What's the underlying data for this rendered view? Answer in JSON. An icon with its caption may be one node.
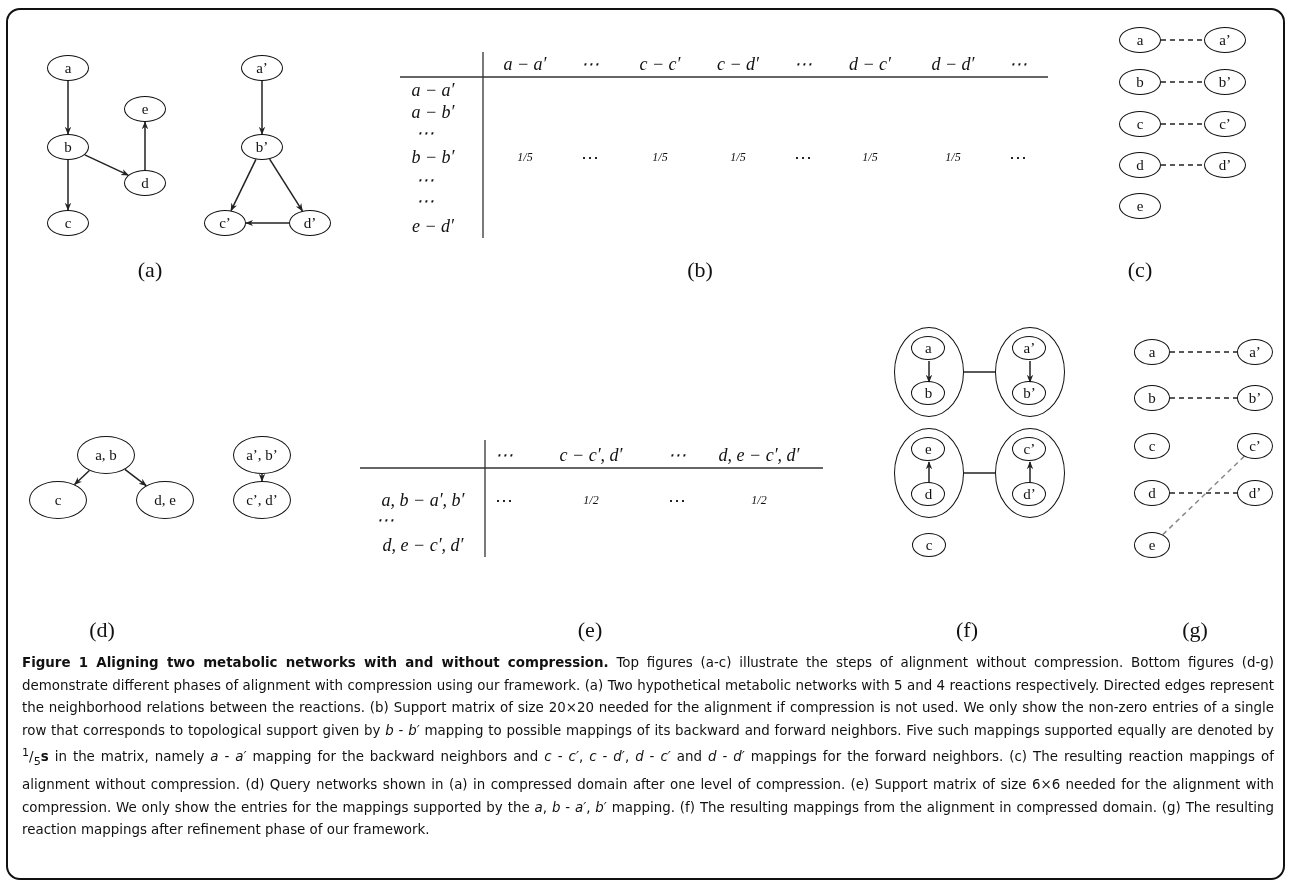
{
  "diagram": {
    "caption": "**Figure 1 Aligning two metabolic networks with and without compression.** Top figures (a-c) illustrate the steps of alignment without compression. Bottom figures (d-g) demonstrate different phases of alignment with compression using our framework. (a) Two hypothetical metabolic networks with 5 and 4 reactions respectively. Directed edges represent the neighborhood relations between the reactions. (b) Support matrix of size 20×20 needed for the alignment if compression is not used. We only show the non-zero entries of a single row that corresponds to topological support given by *b* - *b′* mapping to possible mappings of its backward and forward neighbors. Five such mappings supported equally are denoted by $^{1}$/$_{5}$**s** in the matrix, namely *a* - *a′* mapping for the backward neighbors and *c* - *c′*, *c* - *d′*, *d* - *c′* and *d* - *d′* mappings for the forward neighbors. (c) The resulting reaction mappings of alignment without compression. (d) Query networks shown in (a) in compressed domain after one level of compression. (e) Support matrix of size 6×6 needed for the alignment with compression. We only show the entries for the mappings supported by the *a*, *b* - *a′*, *b′* mapping. (f) The resulting mappings from the alignment in compressed domain. (g) The resulting reaction mappings after refinement phase of our framework.",
    "nodes": [
      {
        "text": [
          "a"
        ]
      },
      {
        "text": [
          "b"
        ]
      },
      {
        "text": [
          "c"
        ]
      },
      {
        "text": [
          "d"
        ]
      },
      {
        "text": [
          "e"
        ]
      },
      {
        "text": [
          "a’"
        ]
      },
      {
        "text": [
          "b’"
        ]
      },
      {
        "text": [
          "c’"
        ]
      },
      {
        "text": [
          "d’"
        ]
      },
      {
        "text": [
          "a"
        ]
      },
      {
        "text": [
          "a’"
        ]
      },
      {
        "text": [
          "b"
        ]
      },
      {
        "text": [
          "b’"
        ]
      },
      {
        "text": [
          "c"
        ]
      },
      {
        "text": [
          "c’"
        ]
      },
      {
        "text": [
          "d"
        ]
      },
      {
        "text": [
          "d’"
        ]
      },
      {
        "text": [
          "e"
        ]
      },
      {
        "text": [
          "a, b"
        ]
      },
      {
        "text": [
          "c"
        ]
      },
      {
        "text": [
          "d, e"
        ]
      },
      {
        "text": [
          "a’, b’"
        ]
      },
      {
        "text": [
          "c’, d’"
        ]
      },
      {
        "text": [],
        "shape": "ellipse"
      },
      {
        "text": [
          "a"
        ],
        "in": 23
      },
      {
        "text": [
          "b"
        ],
        "in": 23
      },
      {
        "text": [],
        "shape": "ellipse"
      },
      {
        "text": [
          "a’"
        ],
        "in": 26
      },
      {
        "text": [
          "b’"
        ],
        "in": 26
      },
      {
        "text": [],
        "shape": "ellipse"
      },
      {
        "text": [
          "e"
        ],
        "in": 29
      },
      {
        "text": [
          "d"
        ],
        "in": 29
      },
      {
        "text": [],
        "shape": "ellipse"
      },
      {
        "text": [
          "c’"
        ],
        "in": 32
      },
      {
        "text": [
          "d’"
        ],
        "in": 32
      },
      {
        "text": [
          "c"
        ]
      },
      {
        "text": [
          "a"
        ]
      },
      {
        "text": [
          "a’"
        ]
      },
      {
        "text": [
          "b"
        ]
      },
      {
        "text": [
          "b’"
        ]
      },
      {
        "text": [
          "c"
        ]
      },
      {
        "text": [
          "c’"
        ]
      },
      {
        "text": [
          "d"
        ]
      },
      {
        "text": [
          "d’"
        ]
      },
      {
        "text": [
          "e"
        ]
      }
    ],
    "edges": [
      {
        "from": 0,
        "to": 1,
        "arrow": "to"
      },
      {
        "from": 1,
        "to": 2,
        "arrow": "to"
      },
      {
        "from": 1,
        "to": 3,
        "arrow": "to"
      },
      {
        "from": 3,
        "to": 4,
        "arrow": "to"
      },
      {
        "from": 5,
        "to": 6,
        "arrow": "to"
      },
      {
        "from": 6,
        "to": 7,
        "arrow": "to"
      },
      {
        "from": 6,
        "to": 8,
        "arrow": "to"
      },
      {
        "from": 8,
        "to": 7,
        "arrow": "to"
      },
      {
        "from": 9,
        "to": 10,
        "arrow": "none",
        "style": "dashed"
      },
      {
        "from": 11,
        "to": 12,
        "arrow": "none",
        "style": "dashed"
      },
      {
        "from": 13,
        "to": 14,
        "arrow": "none",
        "style": "dashed"
      },
      {
        "from": 15,
        "to": 16,
        "arrow": "none",
        "style": "dashed"
      },
      {
        "from": 18,
        "to": 19,
        "arrow": "to"
      },
      {
        "from": 18,
        "to": 20,
        "arrow": "to"
      },
      {
        "from": 21,
        "to": 22,
        "arrow": "to"
      },
      {
        "from": 24,
        "to": 25,
        "arrow": "to"
      },
      {
        "from": 23,
        "to": 26,
        "arrow": "none"
      },
      {
        "from": 27,
        "to": 28,
        "arrow": "to"
      },
      {
        "from": 31,
        "to": 30,
        "arrow": "to"
      },
      {
        "from": 29,
        "to": 32,
        "arrow": "none"
      },
      {
        "from": 34,
        "to": 33,
        "arrow": "to"
      },
      {
        "from": 36,
        "to": 37,
        "arrow": "none",
        "style": "dashed"
      },
      {
        "from": 38,
        "to": 39,
        "arrow": "none",
        "style": "dashed"
      },
      {
        "from": 42,
        "to": 43,
        "arrow": "none",
        "style": "dashed"
      },
      {
        "from": 44,
        "to": 41,
        "arrow": "none",
        "style": "dashed",
        "color": "#888888"
      }
    ],
    "labels": [
      "a − a′",
      "⋯",
      "c − c′",
      "c − d′",
      "⋯",
      "d − c′",
      "d − d′",
      "⋯",
      "a − a′",
      "a − b′",
      "⋯",
      "b − b′",
      "1/5",
      "⋯",
      "1/5",
      "1/5",
      "⋯",
      "1/5",
      "1/5",
      "⋯",
      "⋯",
      "⋯",
      "e − d′",
      "(a)",
      "(b)",
      "(c)",
      "⋯",
      "c − c′, d′",
      "⋯",
      "d, e − c′, d′",
      "a, b − a′, b′",
      "⋯",
      "1/2",
      "⋯",
      "1/2",
      "⋯",
      "d, e − c′, d′",
      "(d)",
      "(e)",
      "(f)",
      "(g)"
    ]
  }
}
